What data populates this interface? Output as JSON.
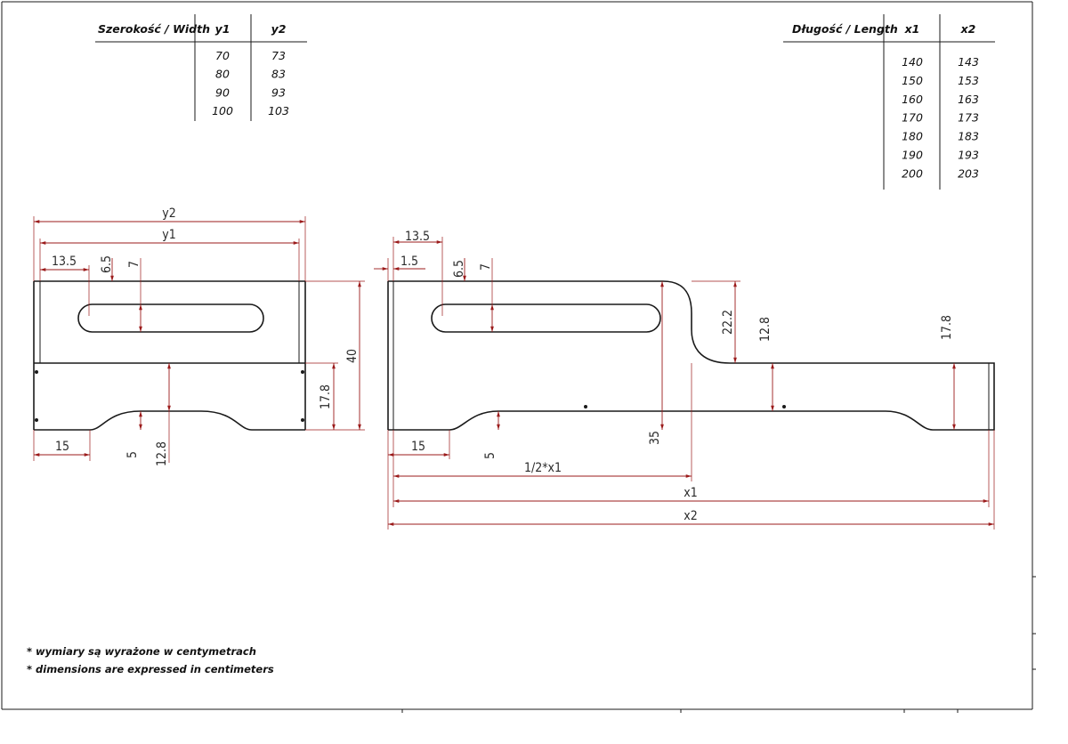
{
  "width_table": {
    "headers": [
      "Szerokość / Width",
      "y1",
      "y2"
    ],
    "rows": [
      [
        "70",
        "73"
      ],
      [
        "80",
        "83"
      ],
      [
        "90",
        "93"
      ],
      [
        "100",
        "103"
      ]
    ]
  },
  "length_table": {
    "headers": [
      "Długość / Length",
      "x1",
      "x2"
    ],
    "rows": [
      [
        "140",
        "143"
      ],
      [
        "150",
        "153"
      ],
      [
        "160",
        "163"
      ],
      [
        "170",
        "173"
      ],
      [
        "180",
        "183"
      ],
      [
        "190",
        "193"
      ],
      [
        "200",
        "203"
      ]
    ]
  },
  "end_view_dims": {
    "y2": "y2",
    "y1": "y1",
    "d13_5": "13.5",
    "d6_5": "6.5",
    "d7": "7",
    "d40": "40",
    "d17_8": "17.8",
    "d15": "15",
    "d5": "5",
    "d12_8": "12.8"
  },
  "side_view_dims": {
    "d13_5": "13.5",
    "d1_5": "1.5",
    "d6_5": "6.5",
    "d7": "7",
    "d22_2": "22.2",
    "d12_8": "12.8",
    "d17_8": "17.8",
    "d35": "35",
    "d15": "15",
    "d5": "5",
    "half_x1": "1/2*x1",
    "x1": "x1",
    "x2": "x2"
  },
  "notes": [
    "* wymiary są wyrażone w centymetrach",
    "* dimensions are expressed in centimeters"
  ],
  "colors": {
    "dimension": "#9b1b1b",
    "outline": "#1a1a1a"
  }
}
